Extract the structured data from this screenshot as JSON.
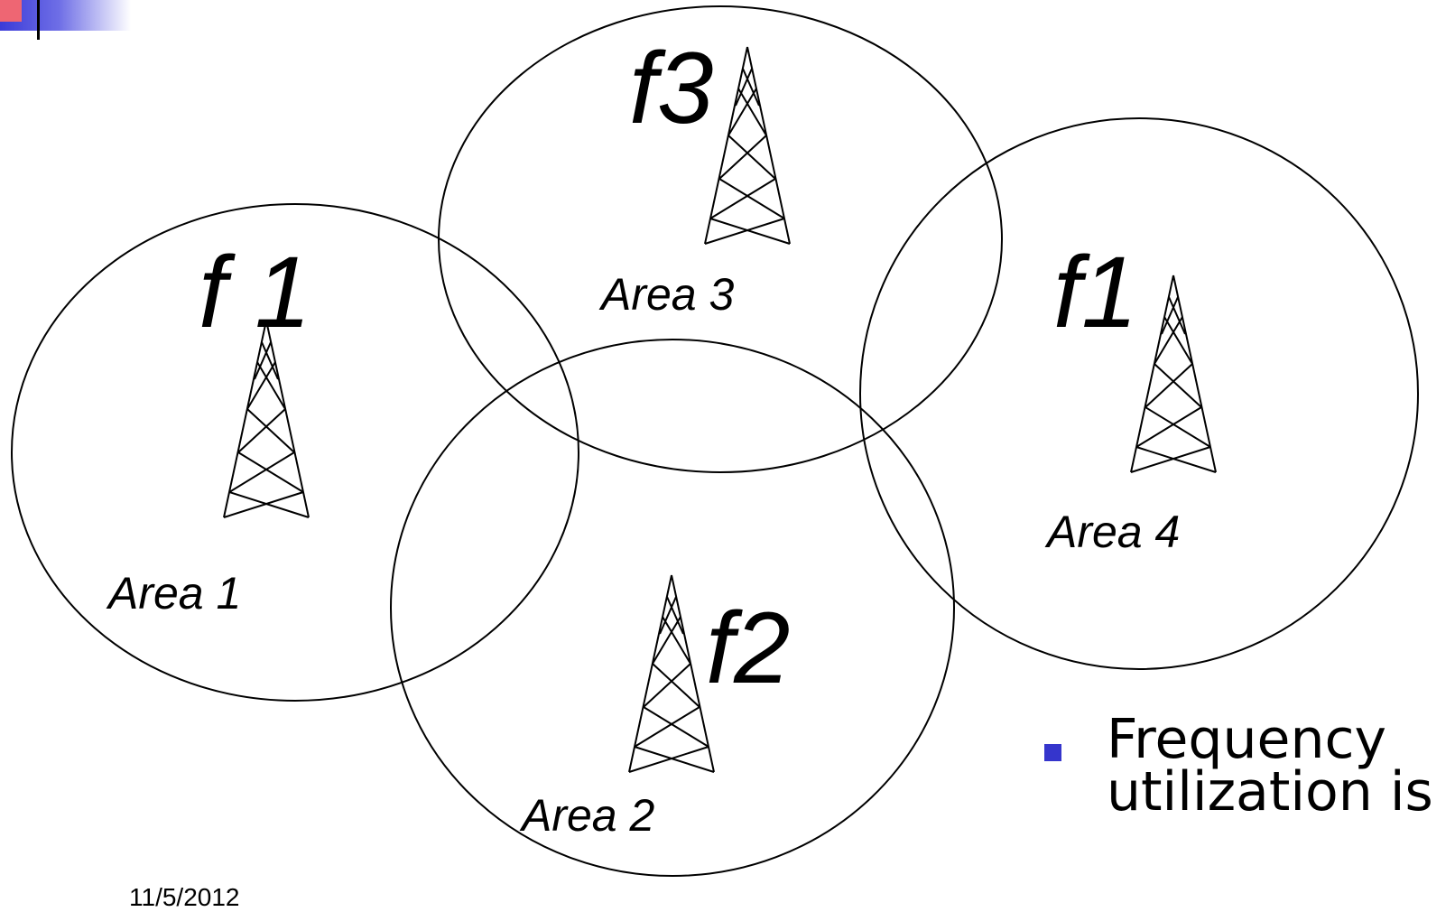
{
  "areas": [
    {
      "label": "Area 1",
      "frequency": "f 1"
    },
    {
      "label": "Area 2",
      "frequency": "f2"
    },
    {
      "label": "Area 3",
      "frequency": "f3"
    },
    {
      "label": "Area 4",
      "frequency": "f1"
    }
  ],
  "bullet": {
    "line1": "Frequency",
    "line2": "utilization is lo"
  },
  "footer": {
    "date": "11/5/2012"
  },
  "colors": {
    "bullet": "#3535cc",
    "header_bar": "#3b3bd8",
    "header_accent": "#e05a66"
  }
}
